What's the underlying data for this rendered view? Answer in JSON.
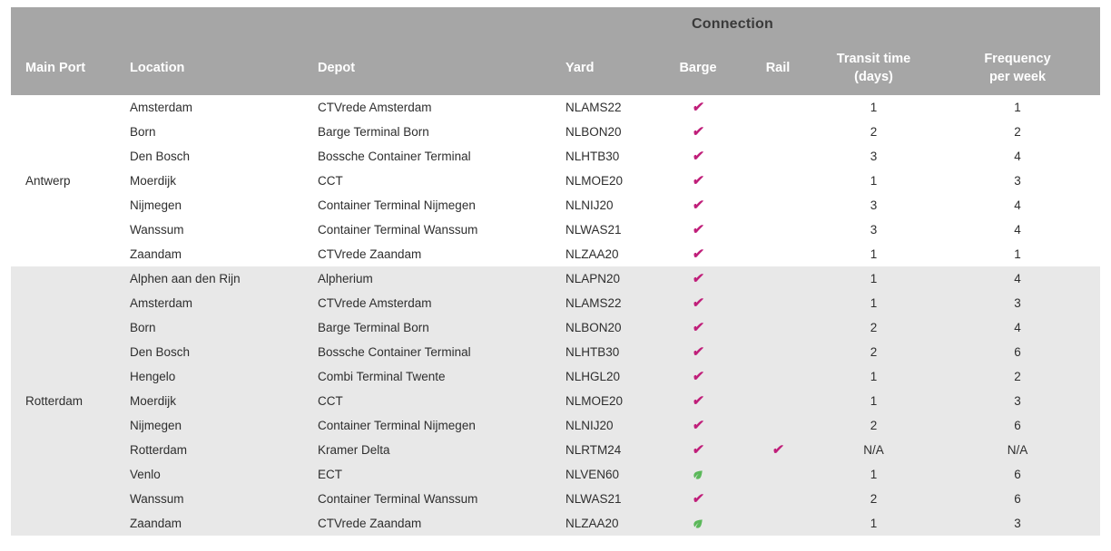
{
  "colors": {
    "header_bg": "#a6a6a6",
    "header_text": "#ffffff",
    "group_header_text": "#3a3a3a",
    "row_alt_bg": "#e8e8e8",
    "body_text": "#2e2e2e",
    "check": "#c01f7a",
    "leaf": "#5bb85a"
  },
  "icons": {
    "check_glyph": "✔",
    "check_name": "check-icon",
    "leaf_name": "eco-leaf-icon"
  },
  "table": {
    "group_header": "Connection",
    "columns": [
      "Main Port",
      "Location",
      "Depot",
      "Yard",
      "Barge",
      "Rail",
      "Transit time (days)",
      "Frequency per week"
    ],
    "sections": [
      {
        "main_port": "Antwerp",
        "rows": [
          {
            "location": "Amsterdam",
            "depot": "CTVrede Amsterdam",
            "yard": "NLAMS22",
            "barge": "check",
            "rail": "",
            "transit_time": "1",
            "frequency": "1"
          },
          {
            "location": "Born",
            "depot": "Barge Terminal Born",
            "yard": "NLBON20",
            "barge": "check",
            "rail": "",
            "transit_time": "2",
            "frequency": "2"
          },
          {
            "location": "Den Bosch",
            "depot": "Bossche Container Terminal",
            "yard": "NLHTB30",
            "barge": "check",
            "rail": "",
            "transit_time": "3",
            "frequency": "4"
          },
          {
            "location": "Moerdijk",
            "depot": "CCT",
            "yard": "NLMOE20",
            "barge": "check",
            "rail": "",
            "transit_time": "1",
            "frequency": "3"
          },
          {
            "location": "Nijmegen",
            "depot": "Container Terminal Nijmegen",
            "yard": "NLNIJ20",
            "barge": "check",
            "rail": "",
            "transit_time": "3",
            "frequency": "4"
          },
          {
            "location": "Wanssum",
            "depot": "Container Terminal Wanssum",
            "yard": "NLWAS21",
            "barge": "check",
            "rail": "",
            "transit_time": "3",
            "frequency": "4"
          },
          {
            "location": "Zaandam",
            "depot": "CTVrede Zaandam",
            "yard": "NLZAA20",
            "barge": "check",
            "rail": "",
            "transit_time": "1",
            "frequency": "1"
          }
        ]
      },
      {
        "main_port": "Rotterdam",
        "rows": [
          {
            "location": "Alphen aan den Rijn",
            "depot": "Alpherium",
            "yard": "NLAPN20",
            "barge": "check",
            "rail": "",
            "transit_time": "1",
            "frequency": "4"
          },
          {
            "location": "Amsterdam",
            "depot": "CTVrede Amsterdam",
            "yard": "NLAMS22",
            "barge": "check",
            "rail": "",
            "transit_time": "1",
            "frequency": "3"
          },
          {
            "location": "Born",
            "depot": "Barge Terminal Born",
            "yard": "NLBON20",
            "barge": "check",
            "rail": "",
            "transit_time": "2",
            "frequency": "4"
          },
          {
            "location": "Den Bosch",
            "depot": "Bossche Container Terminal",
            "yard": "NLHTB30",
            "barge": "check",
            "rail": "",
            "transit_time": "2",
            "frequency": "6"
          },
          {
            "location": "Hengelo",
            "depot": "Combi Terminal Twente",
            "yard": "NLHGL20",
            "barge": "check",
            "rail": "",
            "transit_time": "1",
            "frequency": "2"
          },
          {
            "location": "Moerdijk",
            "depot": "CCT",
            "yard": "NLMOE20",
            "barge": "check",
            "rail": "",
            "transit_time": "1",
            "frequency": "3"
          },
          {
            "location": "Nijmegen",
            "depot": "Container Terminal Nijmegen",
            "yard": "NLNIJ20",
            "barge": "check",
            "rail": "",
            "transit_time": "2",
            "frequency": "6"
          },
          {
            "location": "Rotterdam",
            "depot": "Kramer Delta",
            "yard": "NLRTM24",
            "barge": "check",
            "rail": "check",
            "transit_time": "N/A",
            "frequency": "N/A"
          },
          {
            "location": "Venlo",
            "depot": "ECT",
            "yard": "NLVEN60",
            "barge": "leaf",
            "rail": "",
            "transit_time": "1",
            "frequency": "6"
          },
          {
            "location": "Wanssum",
            "depot": "Container Terminal Wanssum",
            "yard": "NLWAS21",
            "barge": "check",
            "rail": "",
            "transit_time": "2",
            "frequency": "6"
          },
          {
            "location": "Zaandam",
            "depot": "CTVrede Zaandam",
            "yard": "NLZAA20",
            "barge": "leaf",
            "rail": "",
            "transit_time": "1",
            "frequency": "3"
          }
        ]
      }
    ]
  }
}
